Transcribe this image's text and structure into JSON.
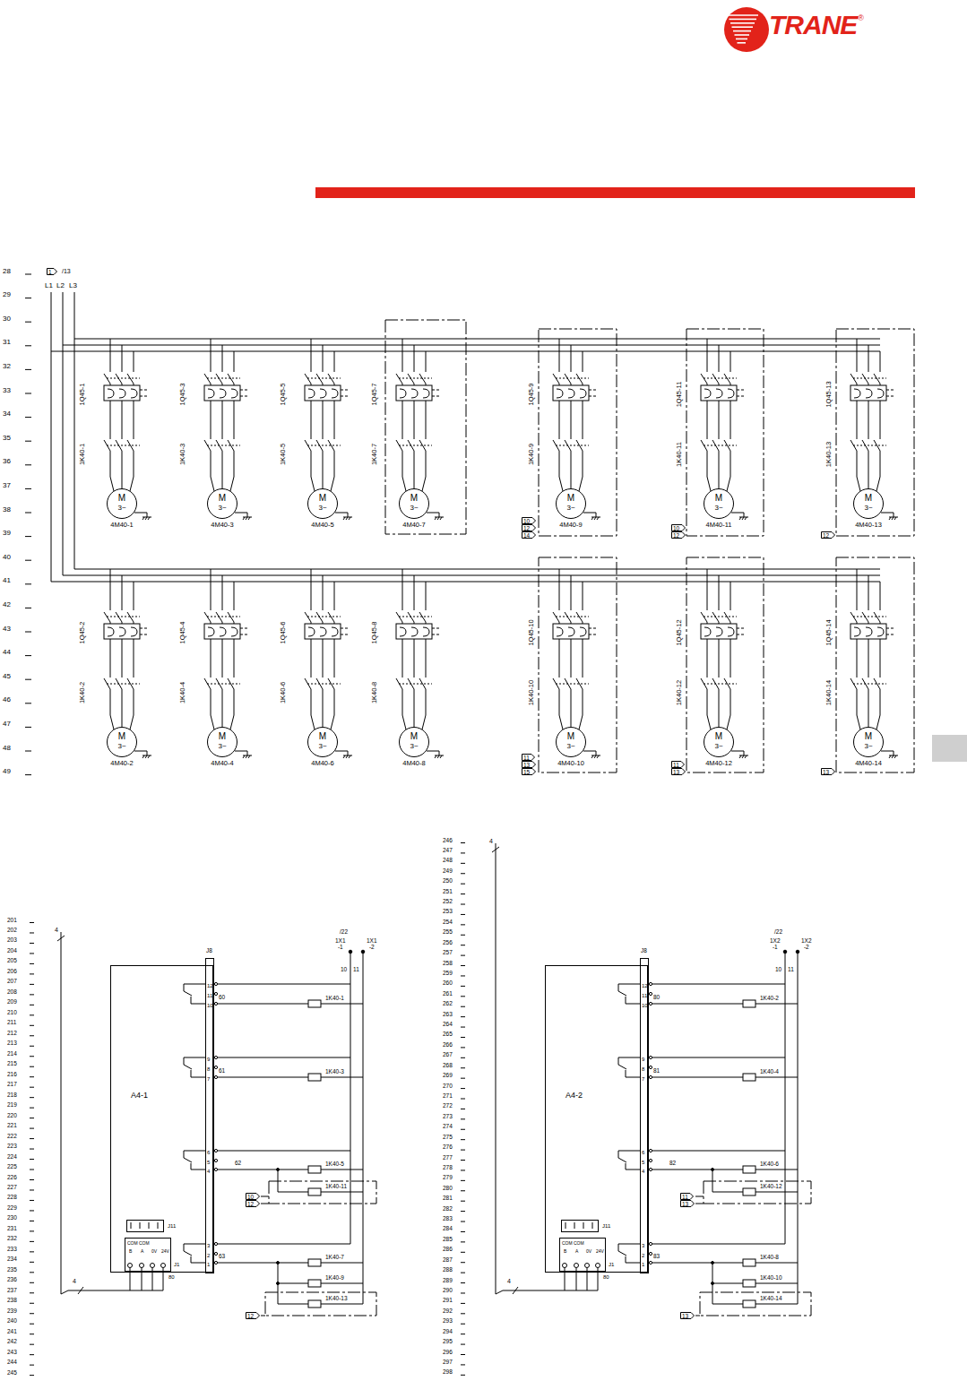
{
  "diagram": {
    "nodes": [
      {
        "text": [
          "1"
        ]
      },
      {
        "text": [
          "M",
          "3~",
          "4M40-1"
        ]
      },
      {
        "text": [
          "M",
          "3~",
          "4M40-3"
        ]
      },
      {
        "text": [
          "M",
          "3~",
          "4M40-5"
        ]
      },
      {
        "text": [
          "M",
          "3~",
          "4M40-7"
        ]
      },
      {
        "text": [
          "M",
          "3~",
          "4M40-9"
        ]
      },
      {
        "text": [
          "M",
          "3~",
          "4M40-11"
        ]
      },
      {
        "text": [
          "M",
          "3~",
          "4M40-13"
        ]
      },
      {
        "text": [
          "10"
        ]
      },
      {
        "text": [
          "12"
        ]
      },
      {
        "text": [
          "14"
        ]
      },
      {
        "text": [
          "10"
        ]
      },
      {
        "text": [
          "12"
        ]
      },
      {
        "text": [
          "12"
        ]
      },
      {
        "text": [
          "M",
          "3~",
          "4M40-2"
        ]
      },
      {
        "text": [
          "M",
          "3~",
          "4M40-4"
        ]
      },
      {
        "text": [
          "M",
          "3~",
          "4M40-6"
        ]
      },
      {
        "text": [
          "M",
          "3~",
          "4M40-8"
        ]
      },
      {
        "text": [
          "M",
          "3~",
          "4M40-10"
        ]
      },
      {
        "text": [
          "M",
          "3~",
          "4M40-12"
        ]
      },
      {
        "text": [
          "M",
          "3~",
          "4M40-14"
        ]
      },
      {
        "text": [
          "11"
        ]
      },
      {
        "text": [
          "13"
        ]
      },
      {
        "text": [
          "15"
        ]
      },
      {
        "text": [
          "11"
        ]
      },
      {
        "text": [
          "13"
        ]
      },
      {
        "text": [
          "13"
        ]
      },
      {
        "text": [
          "A4-1"
        ]
      },
      {
        "text": [
          "J8",
          "12",
          "11",
          "10",
          "9",
          "8",
          "7",
          "6",
          "5",
          "4",
          "3",
          "2",
          "1"
        ],
        "in": 27
      },
      {
        "text": [
          "J11"
        ],
        "in": 27
      },
      {
        "text": [
          "COM",
          "COM",
          "B",
          "A",
          "0V",
          "24V",
          "J1"
        ],
        "in": 27
      },
      {
        "text": [
          "10"
        ]
      },
      {
        "text": [
          "12"
        ]
      },
      {
        "text": [
          "12"
        ]
      },
      {
        "text": [
          "A4-2"
        ]
      },
      {
        "text": [
          "J8",
          "12",
          "11",
          "10",
          "9",
          "8",
          "7",
          "6",
          "5",
          "4",
          "3",
          "2",
          "1"
        ],
        "in": 34
      },
      {
        "text": [
          "J11"
        ],
        "in": 34
      },
      {
        "text": [
          "COM",
          "COM",
          "B",
          "A",
          "0V",
          "24V",
          "J1"
        ],
        "in": 34
      },
      {
        "text": [
          "11"
        ]
      },
      {
        "text": [
          "13"
        ]
      },
      {
        "text": [
          "13"
        ]
      }
    ],
    "labels": [
      "28",
      "29",
      "30",
      "31",
      "32",
      "33",
      "34",
      "35",
      "36",
      "37",
      "38",
      "39",
      "40",
      "41",
      "42",
      "43",
      "44",
      "45",
      "46",
      "47",
      "48",
      "49",
      "/13",
      "L1",
      "L2",
      "L3",
      "1Q45-1",
      "1K40-1",
      "1Q45-3",
      "1K40-3",
      "1Q45-5",
      "1K40-5",
      "1Q45-7",
      "1K40-7",
      "1Q45-9",
      "1K40-9",
      "1Q45-11",
      "1K40-11",
      "1Q45-13",
      "1K40-13",
      "1Q45-2",
      "1K40-2",
      "1Q45-4",
      "1K40-4",
      "1Q45-6",
      "1K40-6",
      "1Q45-8",
      "1K40-8",
      "1Q45-10",
      "1K40-10",
      "1Q45-12",
      "1K40-12",
      "1Q45-14",
      "1K40-14",
      "201",
      "202",
      "203",
      "204",
      "205",
      "206",
      "207",
      "208",
      "209",
      "210",
      "211",
      "212",
      "213",
      "214",
      "215",
      "216",
      "217",
      "218",
      "219",
      "220",
      "221",
      "222",
      "223",
      "224",
      "225",
      "226",
      "227",
      "228",
      "229",
      "230",
      "231",
      "232",
      "233",
      "234",
      "235",
      "236",
      "237",
      "238",
      "239",
      "240",
      "241",
      "242",
      "243",
      "244",
      "245",
      "246",
      "247",
      "248",
      "249",
      "250",
      "251",
      "252",
      "253",
      "254",
      "255",
      "256",
      "257",
      "258",
      "259",
      "260",
      "261",
      "262",
      "263",
      "264",
      "265",
      "266",
      "267",
      "268",
      "269",
      "270",
      "271",
      "272",
      "273",
      "274",
      "275",
      "276",
      "277",
      "278",
      "279",
      "280",
      "281",
      "282",
      "283",
      "284",
      "285",
      "286",
      "287",
      "288",
      "289",
      "290",
      "291",
      "292",
      "293",
      "294",
      "295",
      "296",
      "297",
      "298",
      "4",
      "/22",
      "1X1 -1",
      "1X1 -2",
      "10",
      "11",
      "60",
      "61",
      "62",
      "63",
      "1K40-1",
      "1K40-3",
      "1K40-5",
      "1K40-11",
      "1K40-7",
      "1K40-9",
      "1K40-13",
      "4",
      "80",
      "4",
      "/22",
      "1X2 -1",
      "1X2 -2",
      "10",
      "11",
      "80",
      "81",
      "82",
      "83",
      "1K40-2",
      "1K40-4",
      "1K40-6",
      "1K40-12",
      "1K40-8",
      "1K40-10",
      "1K40-14",
      "4",
      "80",
      "TRANE",
      "®"
    ]
  }
}
